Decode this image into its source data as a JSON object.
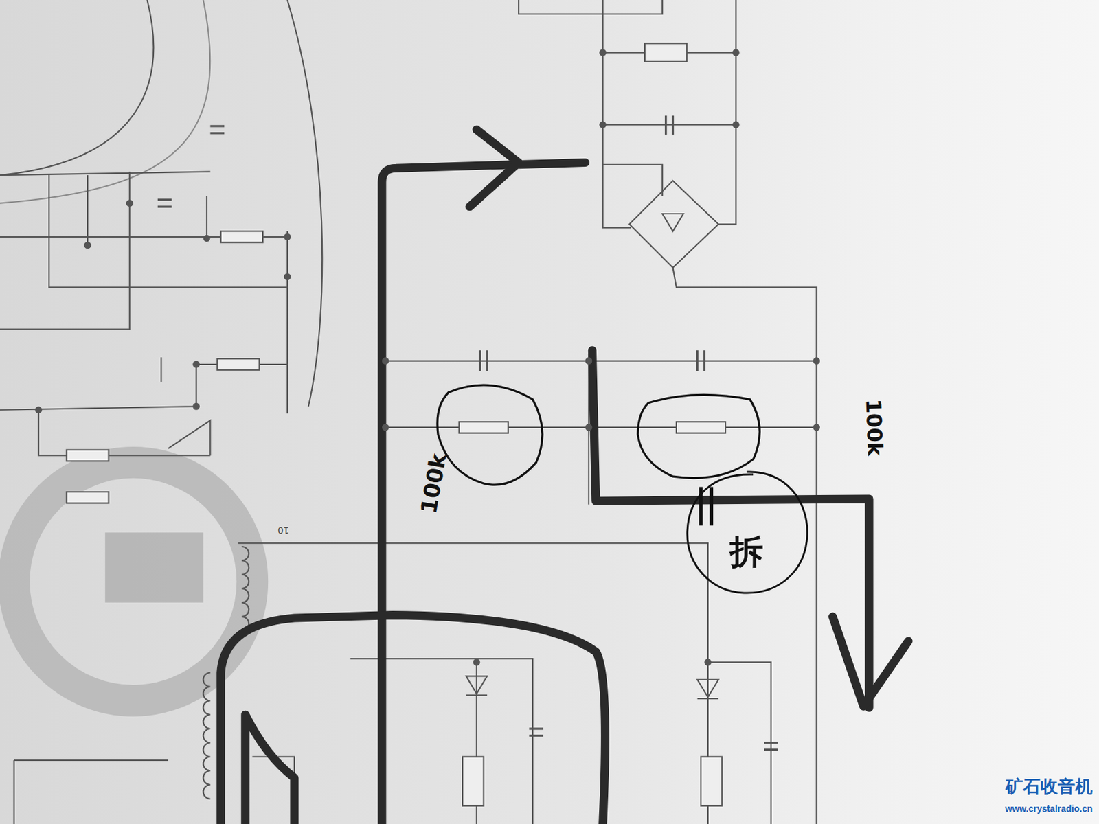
{
  "diagram": {
    "nodes": [
      {
        "text": [
          "拆"
        ]
      }
    ],
    "labels": [
      "100k",
      "100k",
      "10",
      "矿石收音机",
      "www.crystalradio.cn"
    ]
  }
}
